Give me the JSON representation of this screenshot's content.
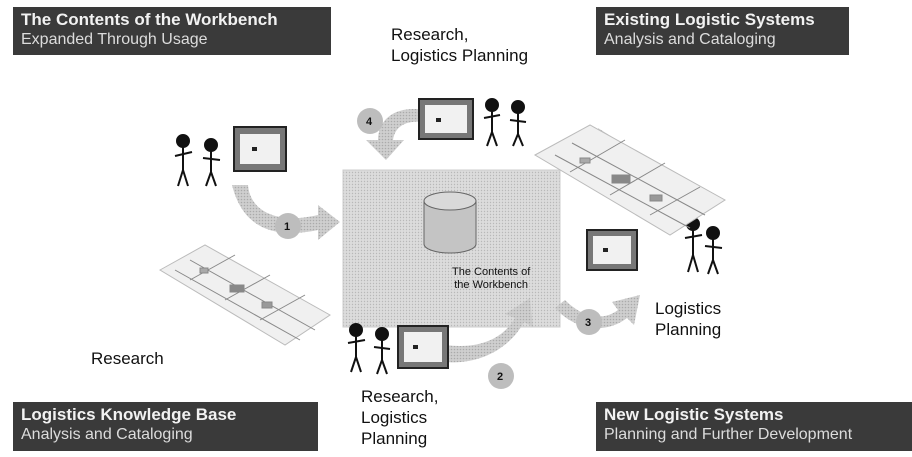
{
  "banners": {
    "top_left": {
      "title": "The Contents of the Workbench",
      "subtitle": "Expanded Through Usage"
    },
    "top_right": {
      "title": "Existing Logistic Systems",
      "subtitle": "Analysis and Cataloging"
    },
    "bottom_left": {
      "title": "Logistics Knowledge Base",
      "subtitle": "Analysis and Cataloging"
    },
    "bottom_right": {
      "title": "New Logistic Systems",
      "subtitle": "Planning and Further Development"
    }
  },
  "labels": {
    "top_center": "Research,\nLogistics Planning",
    "left": "Research",
    "bottom_center": "Research,\nLogistics\nPlanning",
    "right": "Logistics\nPlanning",
    "center": "The Contents of\nthe Workbench"
  },
  "steps": [
    "1",
    "2",
    "3",
    "4"
  ],
  "colors": {
    "banner": "#3a3a3a",
    "arrow": "#c8c8c8",
    "center_block": "#d2d2d2"
  }
}
